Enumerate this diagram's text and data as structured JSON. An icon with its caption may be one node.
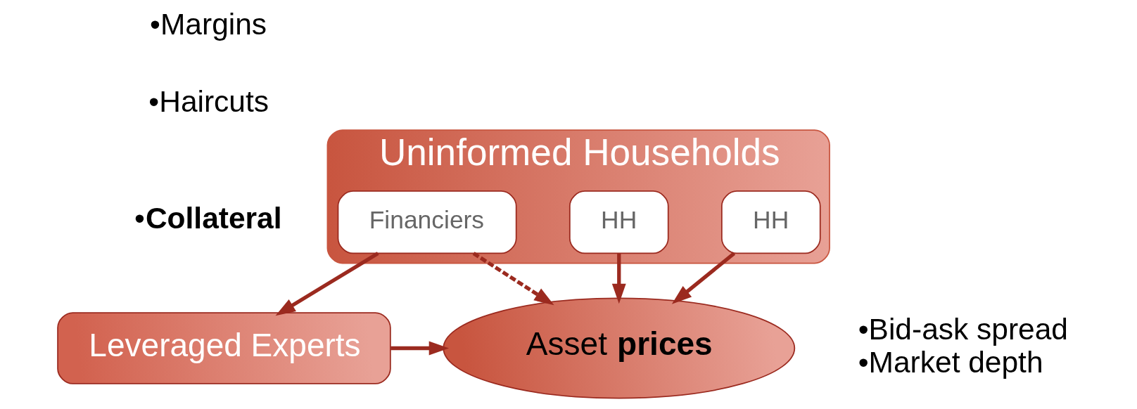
{
  "diagram": {
    "nodes": [
      {
        "text": [
          "Uninformed Households"
        ]
      },
      {
        "text": [
          "Financiers"
        ],
        "in": 0
      },
      {
        "text": [
          "HH"
        ],
        "in": 0
      },
      {
        "text": [
          "HH"
        ],
        "in": 0
      },
      {
        "text": [
          "Leveraged Experts"
        ]
      },
      {
        "text": [
          "Asset **prices**"
        ],
        "beside": [
          "•Bid-ask spread",
          "•Market depth"
        ]
      }
    ],
    "edges": [
      {
        "from": 1,
        "to": 4,
        "arrow": "to"
      },
      {
        "from": 1,
        "to": 5,
        "arrow": "to",
        "style": "dashed"
      },
      {
        "from": 2,
        "to": 5,
        "arrow": "to"
      },
      {
        "from": 3,
        "to": 5,
        "arrow": "to"
      },
      {
        "from": 4,
        "to": 5,
        "arrow": "to"
      }
    ],
    "labels": [
      "•Margins",
      "•Haircuts",
      "•**Collateral**"
    ]
  }
}
